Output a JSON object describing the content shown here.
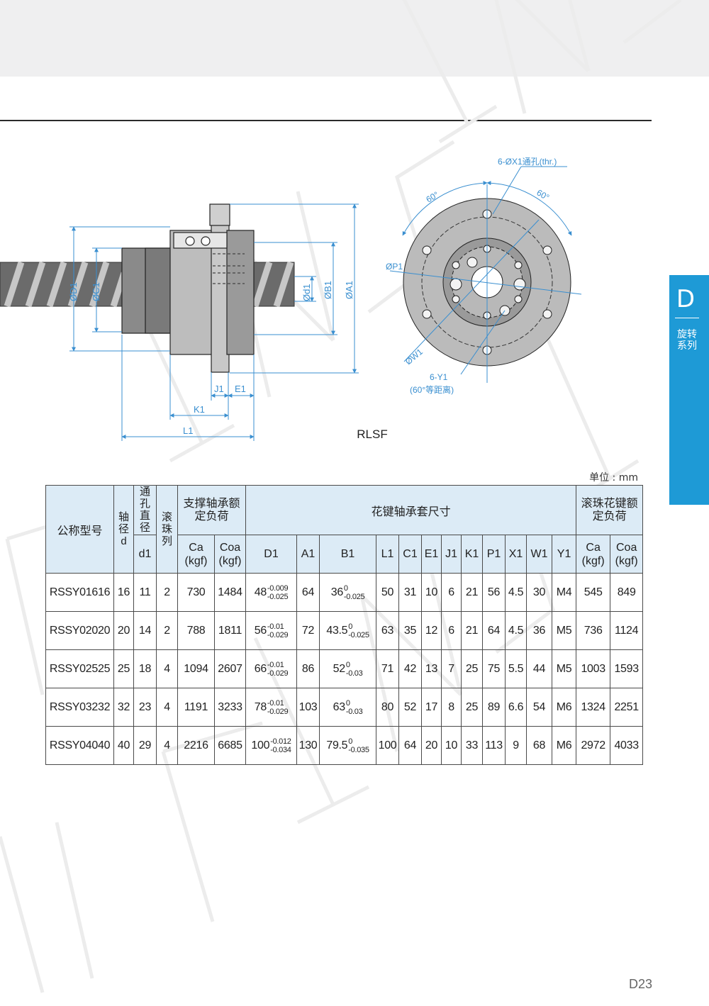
{
  "watermark_text": "TNZ",
  "side_tab": {
    "letter": "D",
    "series": "旋转系列",
    "color": "#1e9ad6"
  },
  "drawing": {
    "model_label": "RLSF",
    "labels": {
      "d1_dia": "ØD1",
      "c1_dia": "ØC1",
      "d_dia": "Ød1",
      "b1_dia": "ØB1",
      "a1_dia": "ØA1",
      "j1": "J1",
      "e1": "E1",
      "k1": "K1",
      "l1": "L1",
      "p1": "ØP1",
      "w1": "ØW1",
      "angle_left": "60°",
      "angle_right": "60°",
      "x1_hole": "6-ØX1通孔(thr.)",
      "y1": "6-Y1",
      "y1_note": "(60°等距离)"
    }
  },
  "unit_label": "单位 : mm",
  "table": {
    "header": {
      "model": "公称型号",
      "shaft": "轴径d",
      "hole_top": "通孔直径",
      "hole_bottom": "d1",
      "ball_rows": "滚珠列",
      "support_load": "支撑轴承额定负荷",
      "spline_size": "花键轴承套尺寸",
      "spline_load": "滚珠花键额定负荷",
      "cols": [
        "Ca\n(kgf)",
        "Coa\n(kgf)",
        "D1",
        "A1",
        "B1",
        "L1",
        "C1",
        "E1",
        "J1",
        "K1",
        "P1",
        "X1",
        "W1",
        "Y1",
        "Ca\n(kgf)",
        "Coa\n(kgf)"
      ]
    },
    "rows": [
      {
        "model": "RSSY01616",
        "d": "16",
        "d1": "11",
        "rows": "2",
        "ca": "730",
        "coa": "1484",
        "D1": "48",
        "D1_up": "-0.009",
        "D1_lo": "-0.025",
        "A1": "64",
        "B1": "36",
        "B1_up": "0",
        "B1_lo": "-0.025",
        "L1": "50",
        "C1": "31",
        "E1": "10",
        "J1": "6",
        "K1": "21",
        "P1": "56",
        "X1": "4.5",
        "W1": "30",
        "Y1": "M4",
        "ca2": "545",
        "coa2": "849"
      },
      {
        "model": "RSSY02020",
        "d": "20",
        "d1": "14",
        "rows": "2",
        "ca": "788",
        "coa": "1811",
        "D1": "56",
        "D1_up": "-0.01",
        "D1_lo": "-0.029",
        "A1": "72",
        "B1": "43.5",
        "B1_up": "0",
        "B1_lo": "-0.025",
        "L1": "63",
        "C1": "35",
        "E1": "12",
        "J1": "6",
        "K1": "21",
        "P1": "64",
        "X1": "4.5",
        "W1": "36",
        "Y1": "M5",
        "ca2": "736",
        "coa2": "1124"
      },
      {
        "model": "RSSY02525",
        "d": "25",
        "d1": "18",
        "rows": "4",
        "ca": "1094",
        "coa": "2607",
        "D1": "66",
        "D1_up": "-0.01",
        "D1_lo": "-0.029",
        "A1": "86",
        "B1": "52",
        "B1_up": "0",
        "B1_lo": "-0.03",
        "L1": "71",
        "C1": "42",
        "E1": "13",
        "J1": "7",
        "K1": "25",
        "P1": "75",
        "X1": "5.5",
        "W1": "44",
        "Y1": "M5",
        "ca2": "1003",
        "coa2": "1593"
      },
      {
        "model": "RSSY03232",
        "d": "32",
        "d1": "23",
        "rows": "4",
        "ca": "1191",
        "coa": "3233",
        "D1": "78",
        "D1_up": "-0.01",
        "D1_lo": "-0.029",
        "A1": "103",
        "B1": "63",
        "B1_up": "0",
        "B1_lo": "-0.03",
        "L1": "80",
        "C1": "52",
        "E1": "17",
        "J1": "8",
        "K1": "25",
        "P1": "89",
        "X1": "6.6",
        "W1": "54",
        "Y1": "M6",
        "ca2": "1324",
        "coa2": "2251"
      },
      {
        "model": "RSSY04040",
        "d": "40",
        "d1": "29",
        "rows": "4",
        "ca": "2216",
        "coa": "6685",
        "D1": "100",
        "D1_up": "-0.012",
        "D1_lo": "-0.034",
        "A1": "130",
        "B1": "79.5",
        "B1_up": "0",
        "B1_lo": "-0.035",
        "L1": "100",
        "C1": "64",
        "E1": "20",
        "J1": "10",
        "K1": "33",
        "P1": "113",
        "X1": "9",
        "W1": "68",
        "Y1": "M6",
        "ca2": "2972",
        "coa2": "4033"
      }
    ]
  },
  "page_number": "D23",
  "colors": {
    "accent": "#1e9ad6",
    "header_fill": "#dcebf6",
    "dimension_line": "#3a8fd0"
  }
}
